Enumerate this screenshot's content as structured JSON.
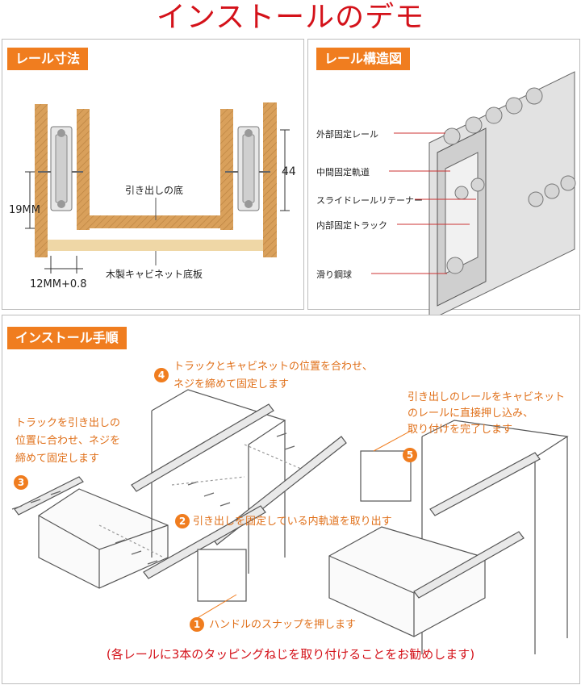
{
  "title": "インストールのデモ",
  "dimension_panel": {
    "heading": "レール寸法",
    "labels": {
      "drawer_bottom": "引き出しの底",
      "cabinet_bottom": "木製キャビネット底板",
      "dim_19": "19MM",
      "dim_44": "44",
      "dim_12": "12MM+0.8"
    }
  },
  "structure_panel": {
    "heading": "レール構造図",
    "parts": [
      "外部固定レール",
      "中間固定軌道",
      "スライドレールリテーナー",
      "内部固定トラック",
      "滑り鋼球"
    ]
  },
  "install_panel": {
    "heading": "インストール手順",
    "steps": {
      "s1": {
        "num": "1",
        "text": "ハンドルのスナップを押します"
      },
      "s2": {
        "num": "2",
        "text": "引き出しを固定している内軌道を取り出す"
      },
      "s3": {
        "num": "3",
        "line1": "トラックを引き出しの",
        "line2": "位置に合わせ、ネジを",
        "line3": "締めて固定します"
      },
      "s4": {
        "num": "4",
        "line1": "トラックとキャビネットの位置を合わせ、",
        "line2": "ネジを締めて固定します"
      },
      "s5": {
        "num": "5",
        "line1": "引き出しのレールをキャビネット",
        "line2": "のレールに直接押し込み、",
        "line3": "取り付けを完了します"
      }
    }
  },
  "footer": "(各レールに3本のタッピングねじを取り付けることをお勧めします)",
  "colors": {
    "accent": "#f07d1f",
    "title": "#d4121a",
    "wood": "#d9a05b"
  }
}
